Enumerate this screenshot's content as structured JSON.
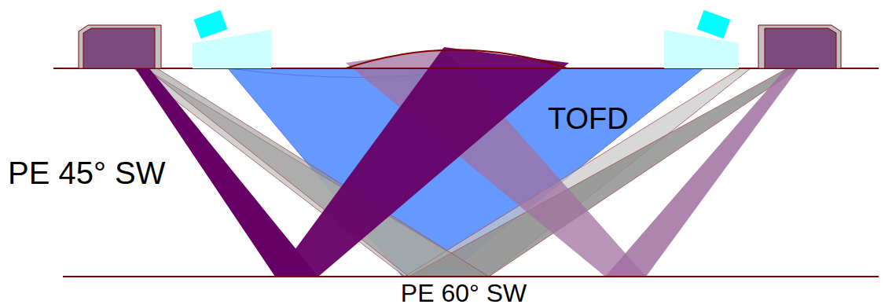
{
  "diagram": {
    "labels": [
      "PE 45° SW",
      "TOFD",
      "PE 60° SW"
    ]
  }
}
